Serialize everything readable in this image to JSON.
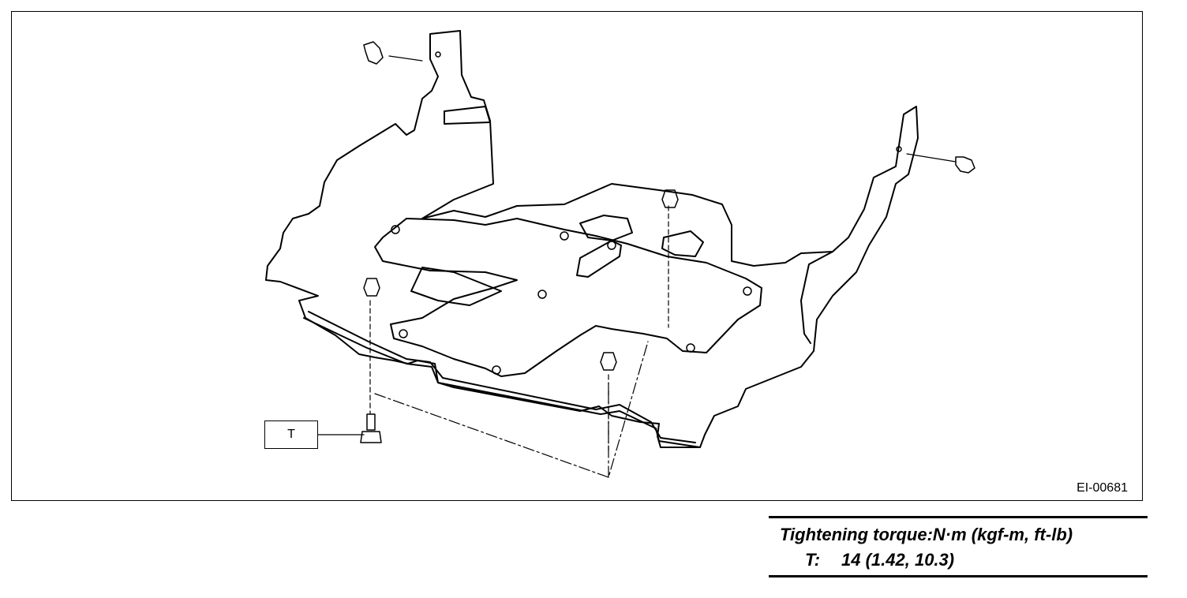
{
  "figure": {
    "id": "EI-00681",
    "callouts": {
      "torque_marker": "T"
    }
  },
  "torque_table": {
    "title": "Tightening torque:N·m (kgf-m, ft-lb)",
    "rows": [
      {
        "key": "T:",
        "value": "14 (1.42, 10.3)"
      }
    ]
  }
}
